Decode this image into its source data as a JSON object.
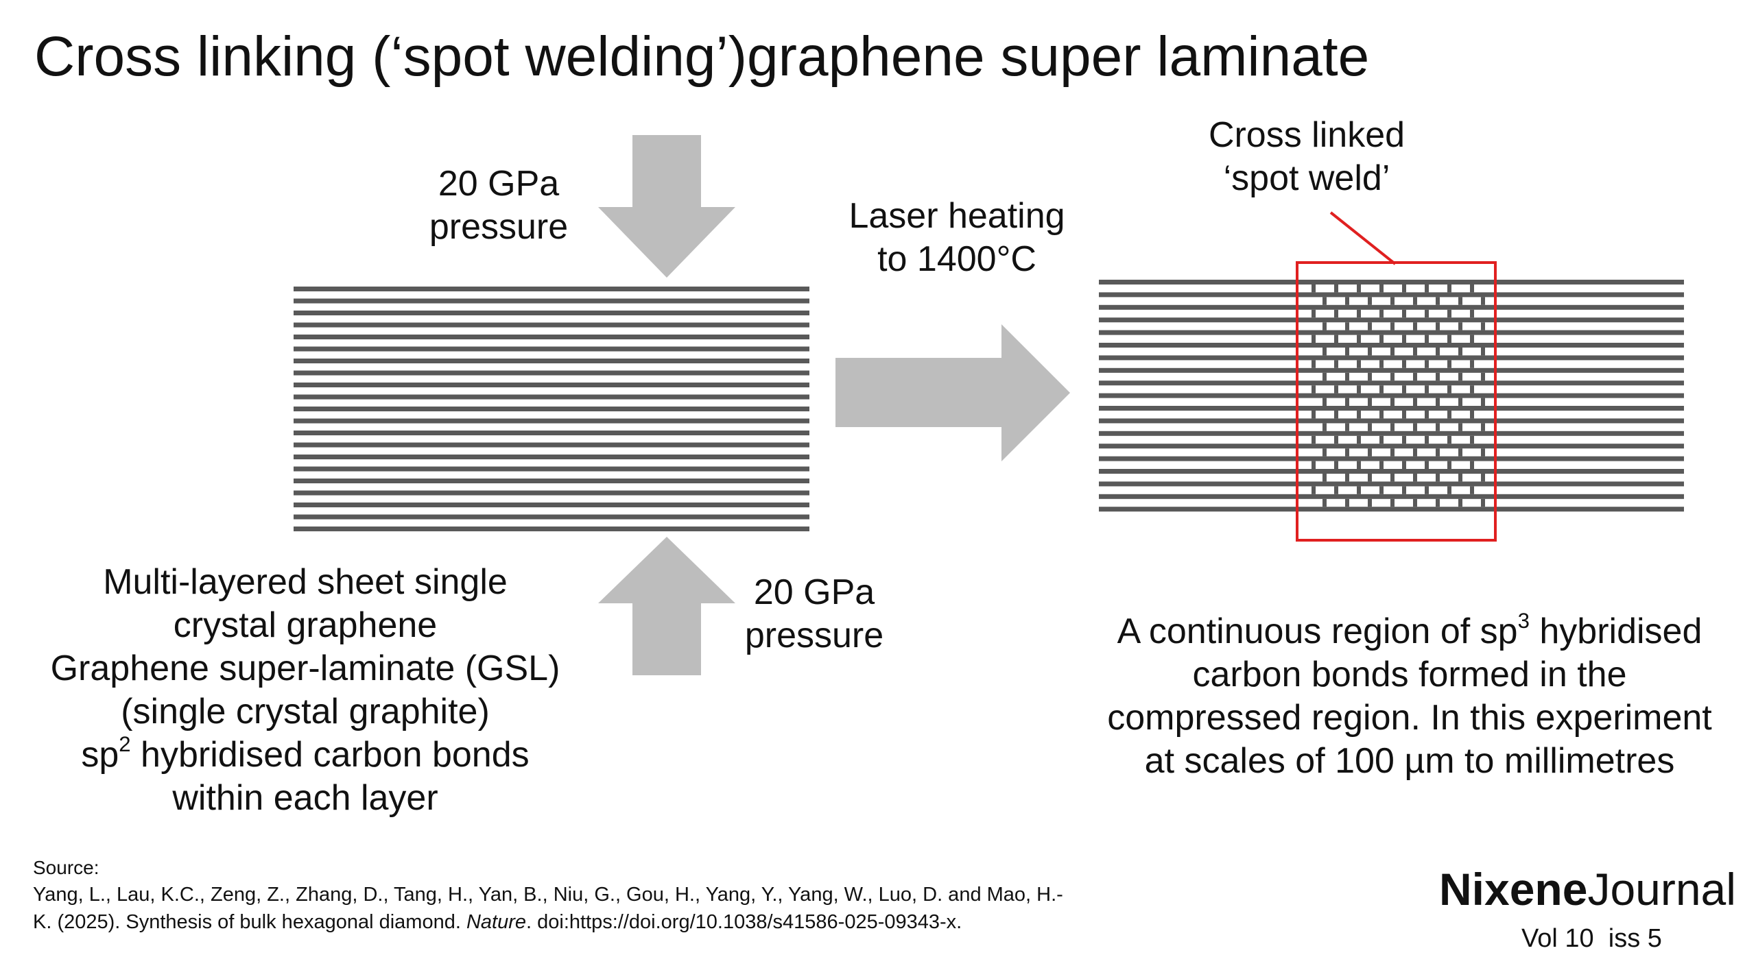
{
  "title": "Cross linking (‘spot welding’)graphene super laminate",
  "pressure_top": [
    "20 GPa",
    "pressure"
  ],
  "pressure_bottom": [
    "20 GPa",
    "pressure"
  ],
  "laser": [
    "Laser heating",
    "to 1400°C"
  ],
  "weld_label": [
    "Cross linked",
    "‘spot weld’"
  ],
  "left_desc": {
    "line1": "Multi-layered sheet single",
    "line2": "crystal graphene",
    "line3": "Graphene super-laminate (GSL)",
    "line4": "(single crystal graphite)",
    "line5_prefix": "sp",
    "line5_sup": "2",
    "line5_suffix": " hybridised carbon bonds",
    "line6": "within each layer"
  },
  "right_desc": {
    "line1_prefix": "A continuous region of sp",
    "line1_sup": "3",
    "line1_suffix": " hybridised",
    "line2": "carbon bonds formed in the",
    "line3": "compressed region.  In this experiment",
    "line4": "at scales of 100 µm to millimetres"
  },
  "source": {
    "heading": "Source:",
    "line1": "Yang, L., Lau, K.C., Zeng, Z., Zhang, D., Tang, H., Yan, B., Niu, G., Gou, H., Yang, Y., Yang, W., Luo, D. and Mao, H.-",
    "line2_prefix": "K. (2025). Synthesis of bulk hexagonal diamond. ",
    "line2_journal": "Nature",
    "line2_suffix": ". doi:https://doi.org/10.1038/s41586-025-09343-x."
  },
  "brand": {
    "bold": "Nixene",
    "regular": "Journal"
  },
  "volume": "Vol 10  iss 5",
  "colors": {
    "arrow": "#bdbdbd",
    "layer": "#595959",
    "highlight": "#e02020",
    "text": "#111111"
  },
  "layers": {
    "left_count": 21,
    "right_count": 19
  }
}
